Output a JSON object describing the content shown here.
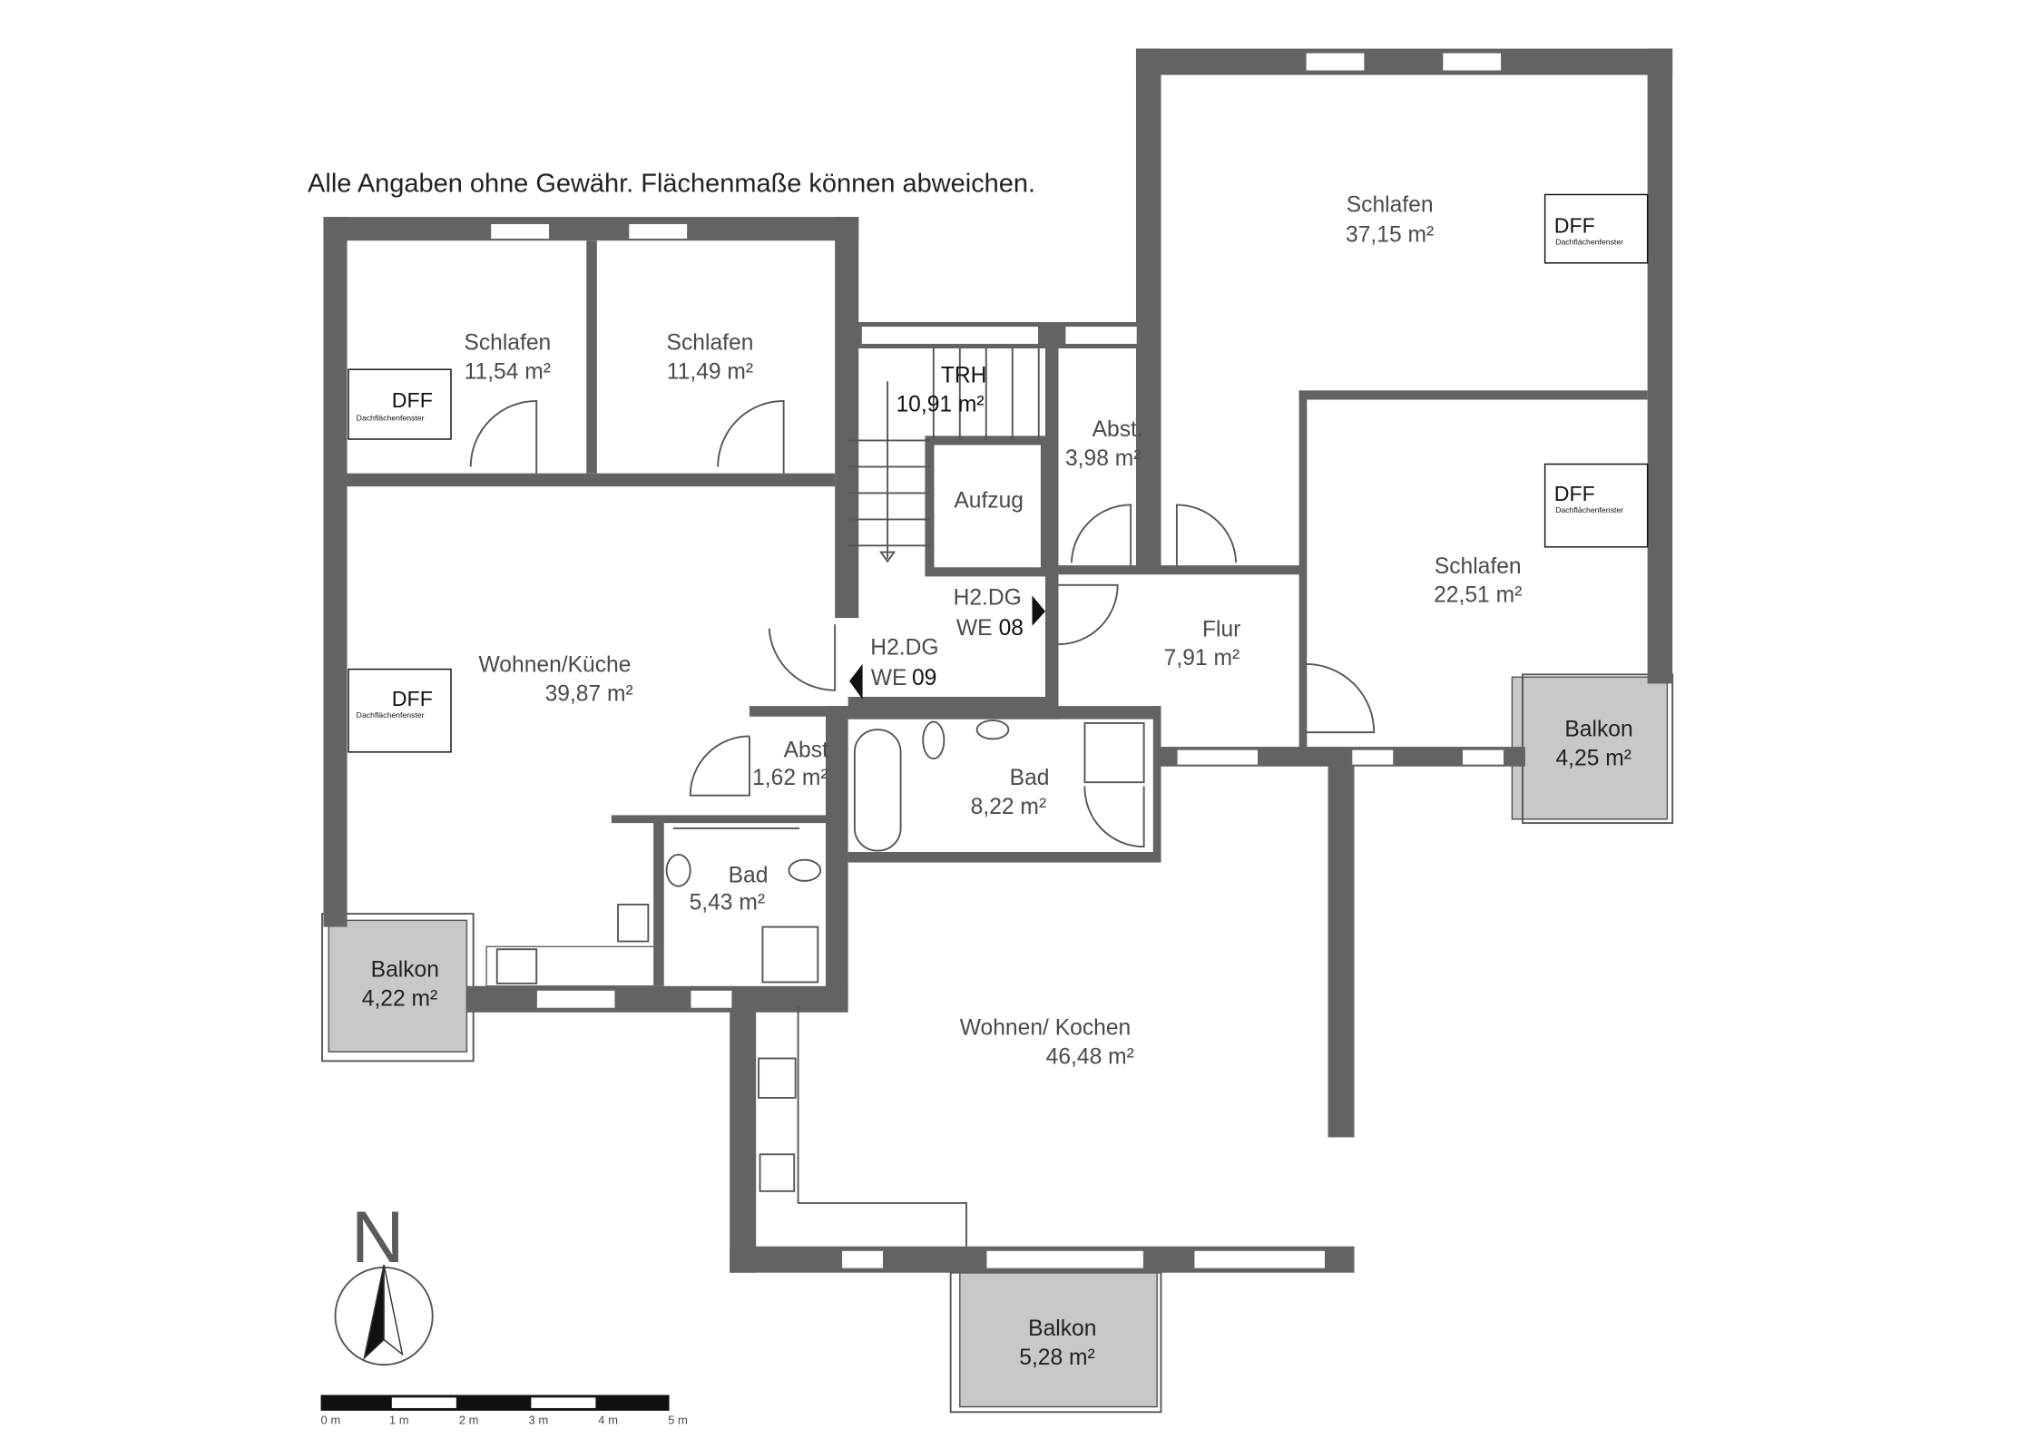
{
  "disclaimer": "Alle Angaben ohne Gewähr. Flächenmaße können abweichen.",
  "rooms": [
    {
      "name": "Schlafen",
      "area": "11,54 m²"
    },
    {
      "name": "Schlafen",
      "area": "11,49 m²"
    },
    {
      "name": "TRH",
      "area": "10,91 m²"
    },
    {
      "name": "Abst.",
      "area": "3,98 m²"
    },
    {
      "name": "Schlafen",
      "area": "37,15 m²"
    },
    {
      "name": "Schlafen",
      "area": "22,51 m²"
    },
    {
      "name": "Wohnen/Küche",
      "area": "39,87 m²"
    },
    {
      "name": "Flur",
      "area": "7,91 m²"
    },
    {
      "name": "Abst",
      "area": "1,62 m²"
    },
    {
      "name": "Bad",
      "area": "8,22 m²"
    },
    {
      "name": "Bad",
      "area": "5,43 m²"
    },
    {
      "name": "Wohnen/ Kochen",
      "area": "46,48 m²"
    },
    {
      "name": "Balkon",
      "area": "4,22 m²"
    },
    {
      "name": "Balkon",
      "area": "4,25 m²"
    },
    {
      "name": "Balkon",
      "area": "5,28 m²"
    }
  ],
  "elevator": "Aufzug",
  "entrances": [
    {
      "line1": "H2.DG",
      "we": "WE",
      "num": "08"
    },
    {
      "line1": "H2.DG",
      "we": "WE",
      "num": "09"
    }
  ],
  "skylight": {
    "code": "DFF",
    "label": "Dachflächenfenster"
  },
  "north": "N",
  "scale": [
    "0 m",
    "1 m",
    "2 m",
    "3 m",
    "4 m",
    "5 m"
  ],
  "colors": {
    "wall": "#636363",
    "balcony": "#c8c8c8"
  }
}
